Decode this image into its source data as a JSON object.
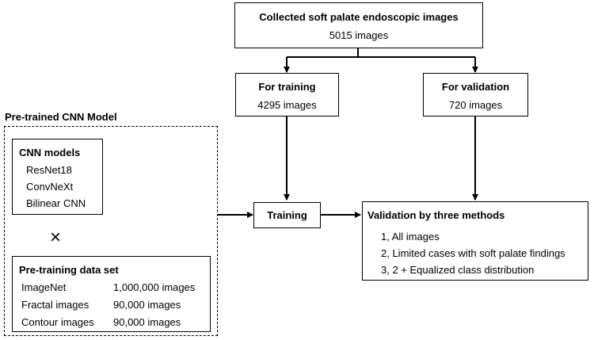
{
  "collected": {
    "title": "Collected soft palate endoscopic images",
    "count": "5015 images"
  },
  "training_set": {
    "title": "For training",
    "count": "4295 images"
  },
  "validation_set": {
    "title": "For validation",
    "count": "720 images"
  },
  "pretrained": {
    "heading": "Pre-trained CNN Model",
    "models_title": "CNN models",
    "models": [
      "ResNet18",
      "ConvNeXt",
      "Bilinear CNN"
    ],
    "times_symbol": "×",
    "dataset_title": "Pre-training data set",
    "datasets": [
      {
        "name": "ImageNet",
        "size": "1,000,000 images"
      },
      {
        "name": "Fractal images",
        "size": "90,000 images"
      },
      {
        "name": "Contour images",
        "size": "90,000 images"
      }
    ]
  },
  "training": {
    "label": "Training"
  },
  "validation_methods": {
    "title": "Validation by three methods",
    "items": [
      "1, All images",
      "2, Limited cases with soft palate findings",
      "3, 2 + Equalized class distribution"
    ]
  }
}
